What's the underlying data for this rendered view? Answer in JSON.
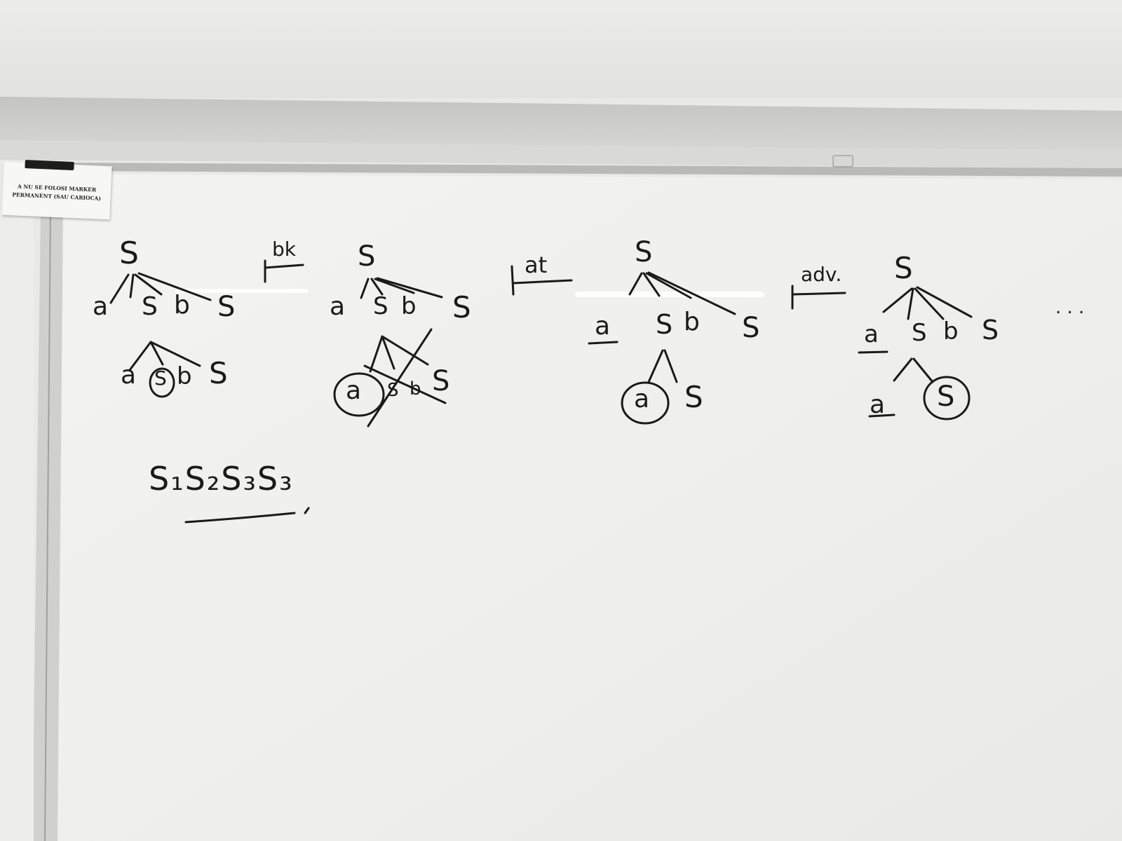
{
  "sign": {
    "line1": "A NU SE FOLOSI MARKER",
    "line2": "PERMANENT (SAU CARIOCA)"
  },
  "board": {
    "arrow_labels": [
      "bk",
      "at",
      "adv."
    ],
    "root_label": "S",
    "children": [
      "a",
      "S",
      "b",
      "S"
    ],
    "string_label": "S₁S₂S₃S₃",
    "ellipsis": ". . ."
  },
  "colors": {
    "wall": "#e9e9e7",
    "board": "#f2f2f0",
    "frame": "#c9c9c6",
    "marker": "#1a1a1a"
  }
}
